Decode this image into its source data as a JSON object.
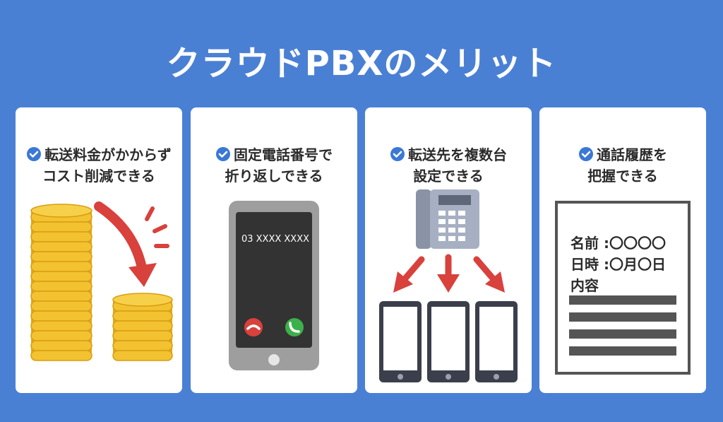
{
  "title": "クラウドPBXのメリット",
  "colors": {
    "background": "#4a80d4",
    "card": "#ffffff",
    "check": "#3a78d6",
    "coin": "#f2c230",
    "arrow": "#d8413c",
    "phone_body": "#9e9e9e",
    "screen": "#333333",
    "tablet_frame": "#3b3f4c"
  },
  "cards": [
    {
      "line1": "転送料金がかからず",
      "line2": "コスト削減できる",
      "icon": "check-circle-icon"
    },
    {
      "line1": "固定電話番号で",
      "line2": "折り返しできる",
      "icon": "check-circle-icon",
      "phone_number": "03 XXXX XXXX"
    },
    {
      "line1": "転送先を複数台",
      "line2": "設定できる",
      "icon": "check-circle-icon"
    },
    {
      "line1": "通話履歴を",
      "line2": "把握できる",
      "icon": "check-circle-icon",
      "memo": {
        "name": "名前 :〇〇〇〇",
        "datetime": "日時 :〇月〇日",
        "content": "内容"
      }
    }
  ]
}
